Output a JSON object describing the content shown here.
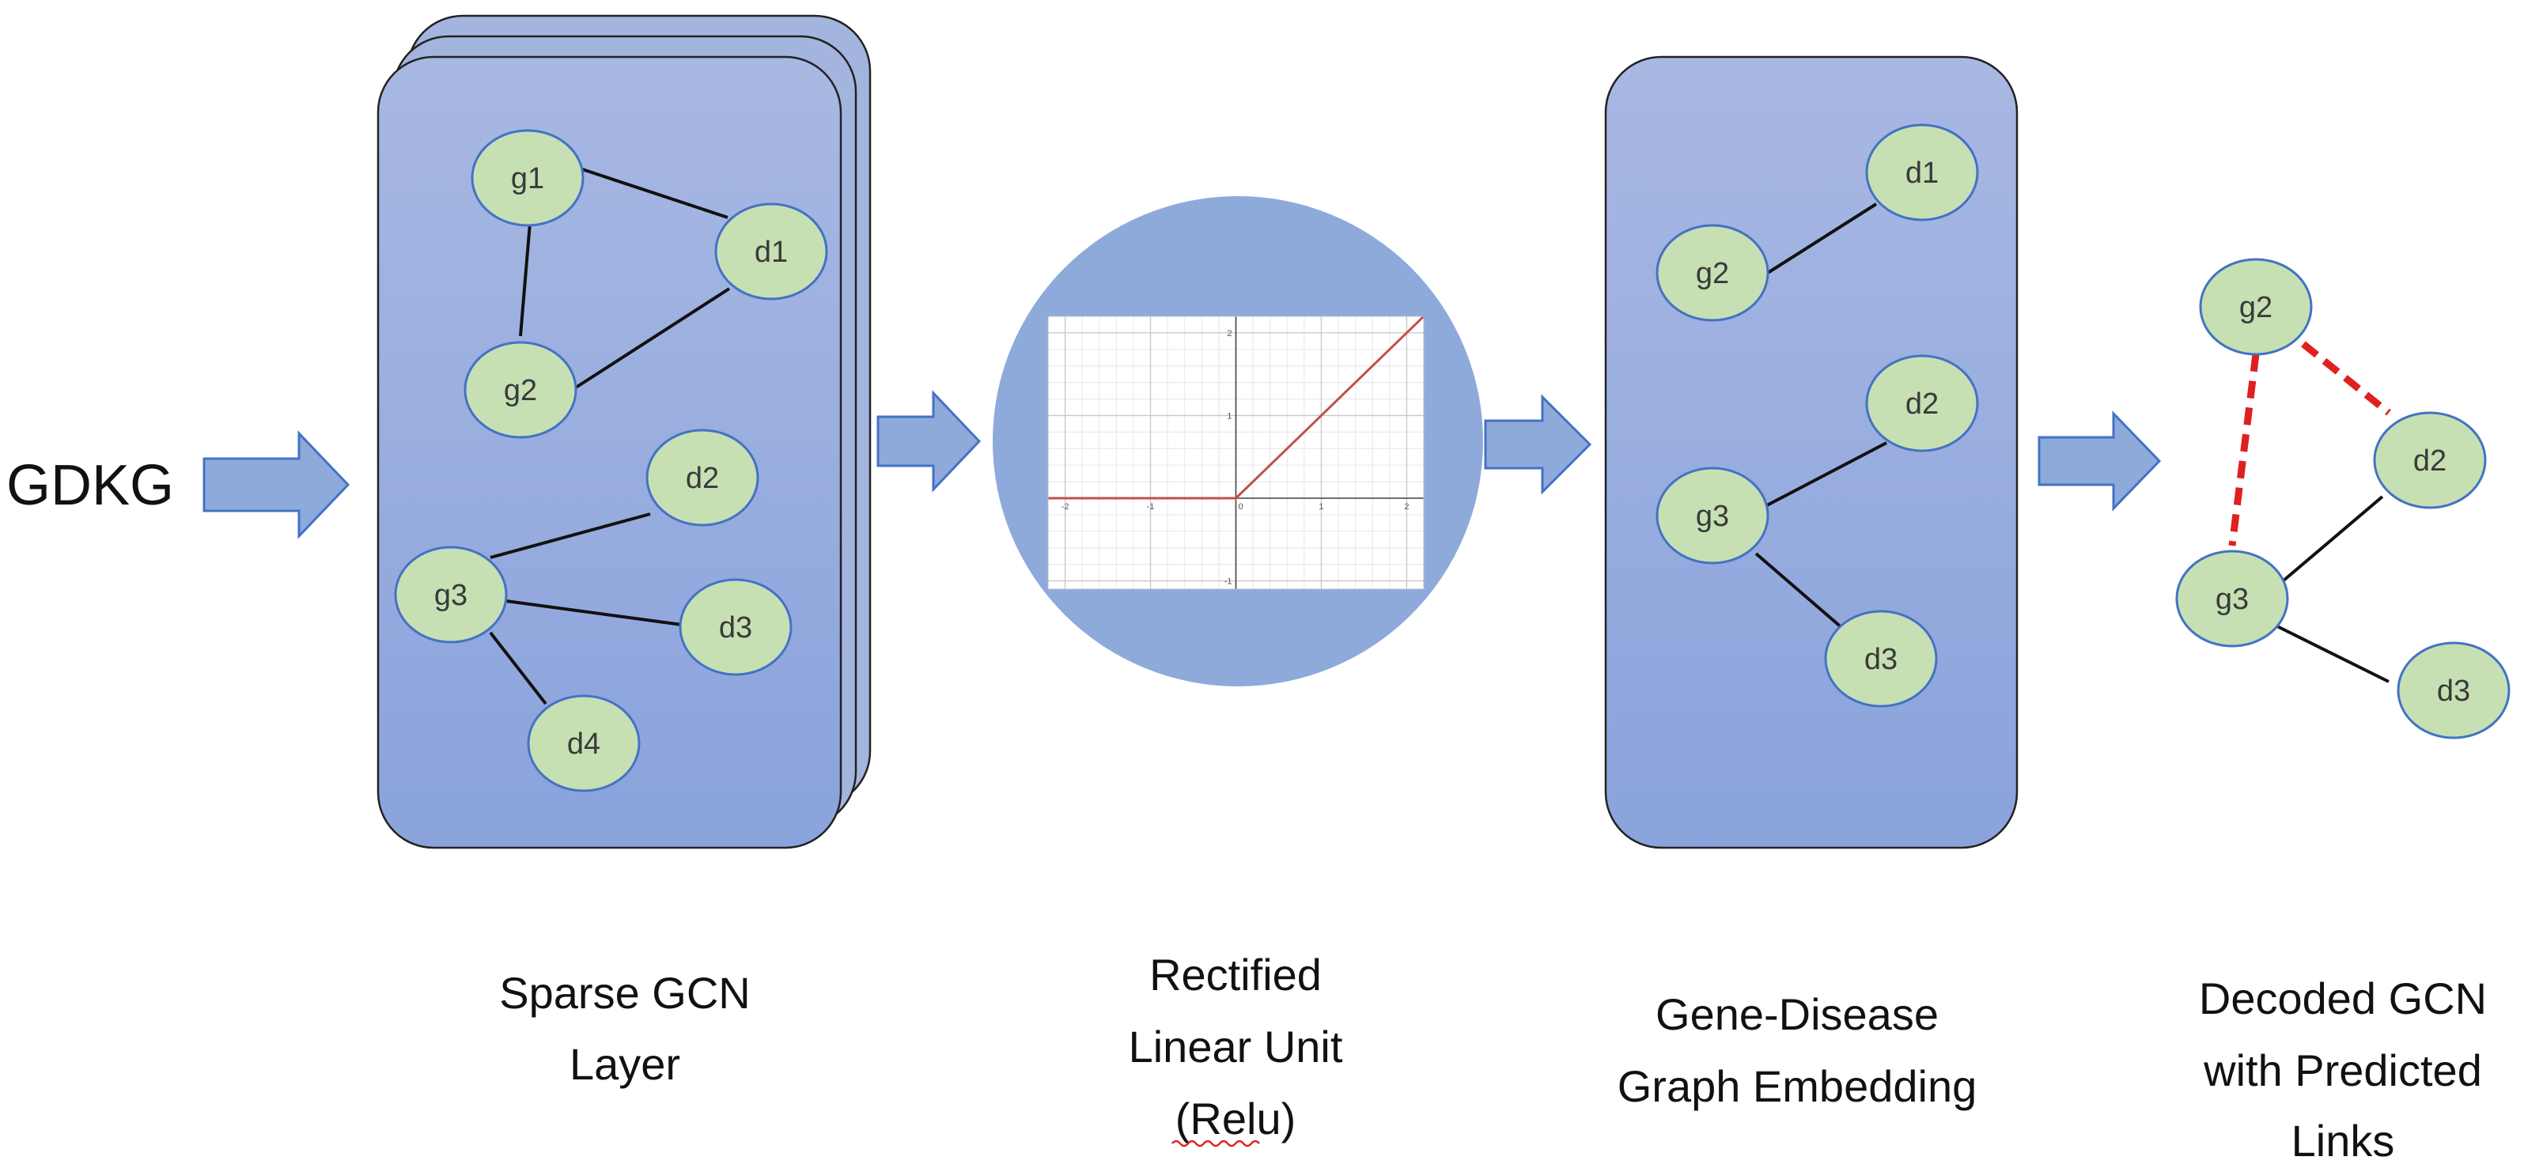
{
  "input": {
    "label": "GDKG"
  },
  "sparse_gcn": {
    "caption": [
      "Sparse GCN",
      "Layer"
    ],
    "nodes": {
      "g1": "g1",
      "g2": "g2",
      "d1": "d1",
      "d2": "d2",
      "g3": "g3",
      "d3": "d3",
      "d4": "d4"
    }
  },
  "relu": {
    "caption": [
      "Rectified",
      "Linear Unit",
      "(Relu)"
    ],
    "plot": {
      "type": "line",
      "function": "relu",
      "xlim": [
        -2.2,
        2.2
      ],
      "ylim": [
        -1.1,
        2.2
      ],
      "x_ticks": [
        "-2",
        "-1",
        "0",
        "1",
        "2"
      ],
      "y_ticks": [
        "2",
        "1",
        "-1"
      ],
      "line_color": "#c0504d"
    }
  },
  "embedding": {
    "caption": [
      "Gene-Disease",
      "Graph Embedding"
    ],
    "nodes": {
      "d1": "d1",
      "g2": "g2",
      "d2": "d2",
      "g3": "g3",
      "d3": "d3"
    }
  },
  "decoded": {
    "caption": [
      "Decoded GCN",
      "with Predicted",
      "Links"
    ],
    "nodes": {
      "g2": "g2",
      "d2": "d2",
      "g3": "g3",
      "d3": "d3"
    },
    "predicted_link_color": "#e02020"
  },
  "colors": {
    "panel_top": "#a8b8e2",
    "panel_bottom": "#8aa3dc",
    "node_fill": "#c6e0b4",
    "node_stroke": "#4472c4",
    "arrow_fill": "#8eaadb",
    "arrow_stroke": "#4472c4",
    "circle_fill": "#8eaadb"
  }
}
